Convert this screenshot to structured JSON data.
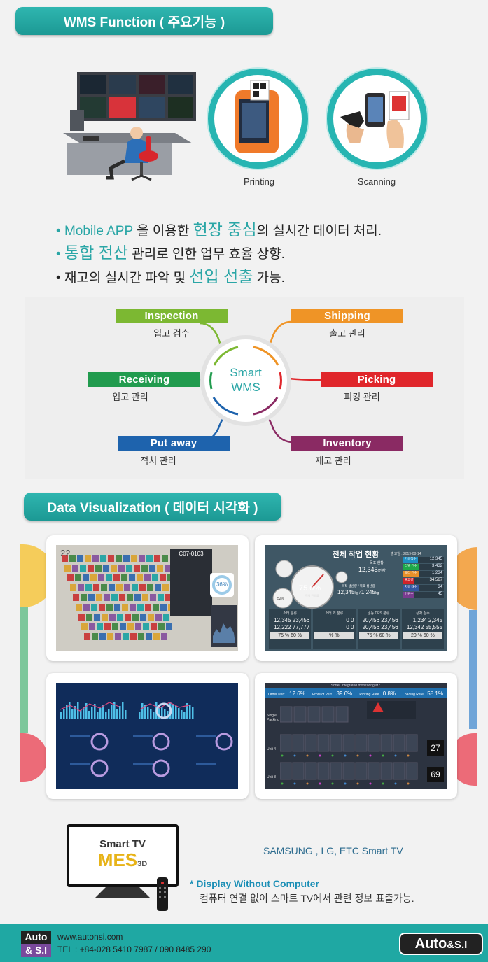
{
  "section1": {
    "title": "WMS Function ( 주요기능 )"
  },
  "devices": {
    "printing": "Printing",
    "scanning": "Scanning"
  },
  "bullets": [
    {
      "dot": "•",
      "p1": "Mobile APP",
      "p2": " 을 이용한 ",
      "p3": "현장 중심",
      "p4": "의  실시간 데이터 처리."
    },
    {
      "dot": "•",
      "p1": "통합 전산",
      "p2": " 관리로 인한 업무 효율 상향."
    },
    {
      "dot": "•",
      "p1": "재고의 실시간 파악 및 ",
      "p2": "선입 선출",
      "p3": " 가능."
    }
  ],
  "hub": {
    "line1": "Smart",
    "line2": "WMS"
  },
  "functions": [
    {
      "label": "Inspection",
      "sub": "입고 검수",
      "color": "#7cb832"
    },
    {
      "label": "Shipping",
      "sub": "출고 관리",
      "color": "#ef9426"
    },
    {
      "label": "Receiving",
      "sub": "입고 관리",
      "color": "#219b4e"
    },
    {
      "label": "Picking",
      "sub": "피킹 관리",
      "color": "#e0262b"
    },
    {
      "label": "Put away",
      "sub": "적치 관리",
      "color": "#1e63ad"
    },
    {
      "label": "Inventory",
      "sub": "재고 관리",
      "color": "#8a2a63"
    }
  ],
  "section2": {
    "title": "Data Visualization ( 데이터 시각화 )"
  },
  "dash1": {
    "num": "22",
    "popup_title": "C07-0103",
    "pct": "36%"
  },
  "dash2": {
    "title": "전체 작업 현황",
    "date": "출고일 : 2019-08-14",
    "gauge_pct": "75.0%",
    "gauge_cap": "전체 진행률",
    "small_pct": "52%",
    "target_label": "목표 현황",
    "target": "12,345",
    "target_unit": "(전체)",
    "prod_label": "목적 생산량 / 목표 생산량",
    "prod": "12,345",
    "prod_u1": "kg / ",
    "prod2": "1,245",
    "prod_u2": "kg",
    "stats": [
      {
        "k": "가용적수",
        "v": "12,345",
        "c": "#1d90c4"
      },
      {
        "k": "라벨 건수",
        "v": "3,432",
        "c": "#1fa84a"
      },
      {
        "k": "오더 건수",
        "v": "1,234",
        "c": "#e8902a"
      },
      {
        "k": "출고량",
        "v": "34,567",
        "c": "#d2232a"
      },
      {
        "k": "차량 대수",
        "v": "34",
        "c": "#3457a0"
      },
      {
        "k": "인원수",
        "v": "45",
        "c": "#7a3b8f"
      }
    ],
    "cells": [
      {
        "h": "소터 분류",
        "a": "12,345",
        "b": "23,456",
        "c": "12,222",
        "d": "77,777",
        "p1": "75",
        "p2": "60"
      },
      {
        "h": "소터 외 분류",
        "a": "0",
        "b": "0",
        "c": "0",
        "d": "0",
        "p1": "",
        "p2": ""
      },
      {
        "h": "냉동 DPS 분류",
        "a": "20,456",
        "b": "23,456",
        "c": "20,456",
        "d": "23,456",
        "p1": "75",
        "p2": "60"
      },
      {
        "h": "상차 검수",
        "a": "1,234",
        "b": "2,345",
        "c": "12,342",
        "d": "55,555",
        "p1": "20",
        "p2": "60"
      }
    ]
  },
  "dash4": {
    "title": "Sorter Integrated monitoring MZ",
    "kpis": [
      {
        "k": "Order Perf.",
        "v": "12.6%"
      },
      {
        "k": "Product Perf.",
        "v": "39.6%"
      },
      {
        "k": "Picking Rate",
        "v": "0.8%"
      },
      {
        "k": "Loading Rate",
        "v": "58.1%"
      }
    ],
    "row1": "Single Packing",
    "row2": "Unit 4",
    "row3": "Unit 8",
    "big1": "27",
    "big2": "69"
  },
  "tv": {
    "line1": "Smart TV",
    "mes": "MES",
    "sub3d": "3D"
  },
  "brands": "SAMSUNG , LG, ETC Smart TV",
  "note": {
    "title": "* Display Without Computer",
    "desc": "컴퓨터 연결 없이 스마트 TV에서 관련 정보 표출가능."
  },
  "footer": {
    "logo1": "Auto",
    "logo2": "& S.I",
    "web": "www.autonsi.com",
    "tel": "TEL : +84-028 5410 7987 / 090 8485 290",
    "brand1": "Auto",
    "brand2": "&S.I"
  },
  "colors": {
    "teal": "#27b5b2",
    "footer": "#1fa8a3"
  }
}
